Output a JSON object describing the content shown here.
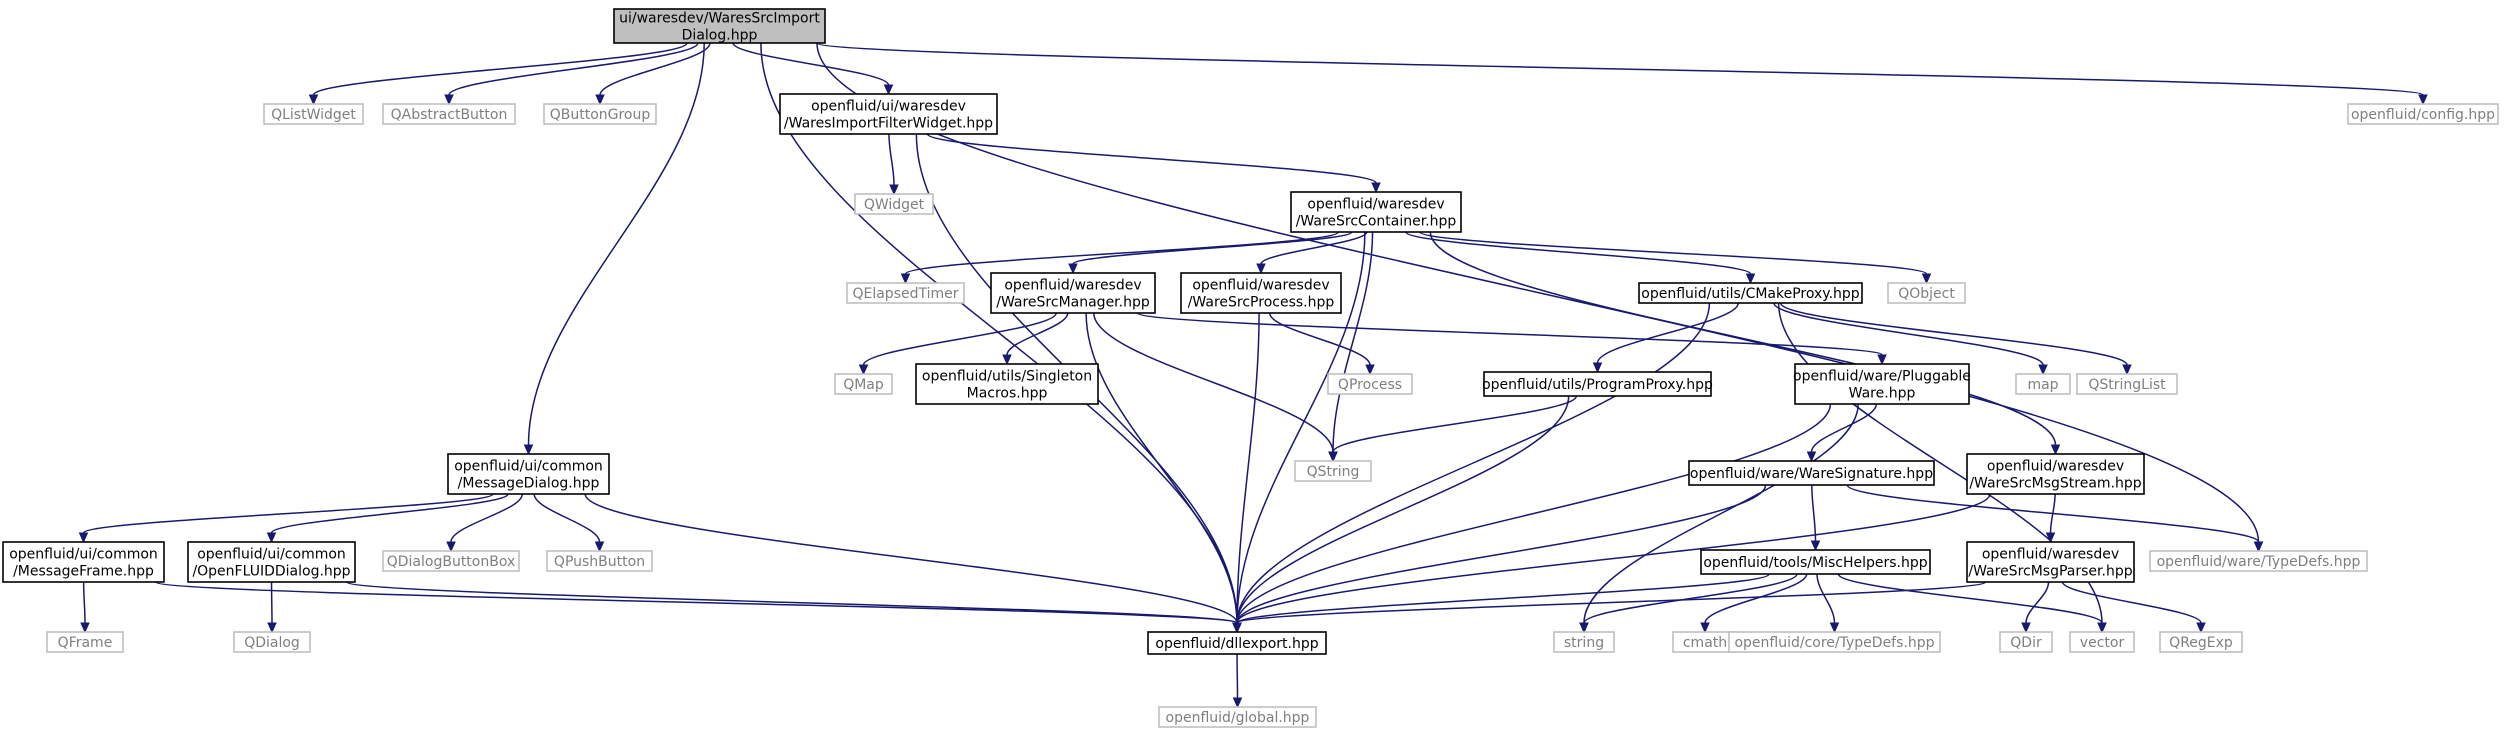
{
  "graph": {
    "nodes": [
      {
        "id": "root",
        "kind": "root",
        "lines": [
          "ui/waresdev/WaresSrcImport",
          "Dialog.hpp"
        ]
      },
      {
        "id": "qlistwidget",
        "kind": "ext",
        "lines": [
          "QListWidget"
        ]
      },
      {
        "id": "qabstractbutton",
        "kind": "ext",
        "lines": [
          "QAbstractButton"
        ]
      },
      {
        "id": "qbuttongroup",
        "kind": "ext",
        "lines": [
          "QButtonGroup"
        ]
      },
      {
        "id": "filterwidget",
        "kind": "local",
        "lines": [
          "openfluid/ui/waresdev",
          "/WaresImportFilterWidget.hpp"
        ]
      },
      {
        "id": "config",
        "kind": "ext",
        "lines": [
          "openfluid/config.hpp"
        ]
      },
      {
        "id": "qwidget",
        "kind": "ext",
        "lines": [
          "QWidget"
        ]
      },
      {
        "id": "container",
        "kind": "local",
        "lines": [
          "openfluid/waresdev",
          "/WareSrcContainer.hpp"
        ]
      },
      {
        "id": "qelapsedtimer",
        "kind": "ext",
        "lines": [
          "QElapsedTimer"
        ]
      },
      {
        "id": "manager",
        "kind": "local",
        "lines": [
          "openfluid/waresdev",
          "/WareSrcManager.hpp"
        ]
      },
      {
        "id": "process",
        "kind": "local",
        "lines": [
          "openfluid/waresdev",
          "/WareSrcProcess.hpp"
        ]
      },
      {
        "id": "cmakeproxy",
        "kind": "local",
        "lines": [
          "openfluid/utils/CMakeProxy.hpp"
        ]
      },
      {
        "id": "qobject",
        "kind": "ext",
        "lines": [
          "QObject"
        ]
      },
      {
        "id": "qmap",
        "kind": "ext",
        "lines": [
          "QMap"
        ]
      },
      {
        "id": "singleton",
        "kind": "local",
        "lines": [
          "openfluid/utils/Singleton",
          "Macros.hpp"
        ]
      },
      {
        "id": "qprocess",
        "kind": "ext",
        "lines": [
          "QProcess"
        ]
      },
      {
        "id": "programproxy",
        "kind": "local",
        "lines": [
          "openfluid/utils/ProgramProxy.hpp"
        ]
      },
      {
        "id": "pluggable",
        "kind": "local",
        "lines": [
          "openfluid/ware/Pluggable",
          "Ware.hpp"
        ]
      },
      {
        "id": "map",
        "kind": "ext",
        "lines": [
          "map"
        ]
      },
      {
        "id": "qstringlist",
        "kind": "ext",
        "lines": [
          "QStringList"
        ]
      },
      {
        "id": "qstring",
        "kind": "ext",
        "lines": [
          "QString"
        ]
      },
      {
        "id": "messagedialog",
        "kind": "local",
        "lines": [
          "openfluid/ui/common",
          "/MessageDialog.hpp"
        ]
      },
      {
        "id": "signature",
        "kind": "local",
        "lines": [
          "openfluid/ware/WareSignature.hpp"
        ]
      },
      {
        "id": "msgstream",
        "kind": "local",
        "lines": [
          "openfluid/waresdev",
          "/WareSrcMsgStream.hpp"
        ]
      },
      {
        "id": "messageframe",
        "kind": "local",
        "lines": [
          "openfluid/ui/common",
          "/MessageFrame.hpp"
        ]
      },
      {
        "id": "ofdialog",
        "kind": "local",
        "lines": [
          "openfluid/ui/common",
          "/OpenFLUIDDialog.hpp"
        ]
      },
      {
        "id": "qdialogbuttonbox",
        "kind": "ext",
        "lines": [
          "QDialogButtonBox"
        ]
      },
      {
        "id": "qpushbutton",
        "kind": "ext",
        "lines": [
          "QPushButton"
        ]
      },
      {
        "id": "mischelpers",
        "kind": "local",
        "lines": [
          "openfluid/tools/MiscHelpers.hpp"
        ]
      },
      {
        "id": "msgparser",
        "kind": "local",
        "lines": [
          "openfluid/waresdev",
          "/WareSrcMsgParser.hpp"
        ]
      },
      {
        "id": "waretypedefs",
        "kind": "ext",
        "lines": [
          "openfluid/ware/TypeDefs.hpp"
        ]
      },
      {
        "id": "qframe",
        "kind": "ext",
        "lines": [
          "QFrame"
        ]
      },
      {
        "id": "qdialog",
        "kind": "ext",
        "lines": [
          "QDialog"
        ]
      },
      {
        "id": "dllexport",
        "kind": "local",
        "lines": [
          "openfluid/dllexport.hpp"
        ]
      },
      {
        "id": "string",
        "kind": "ext",
        "lines": [
          "string"
        ]
      },
      {
        "id": "cmath",
        "kind": "ext",
        "lines": [
          "cmath"
        ]
      },
      {
        "id": "coretypedefs",
        "kind": "ext",
        "lines": [
          "openfluid/core/TypeDefs.hpp"
        ]
      },
      {
        "id": "qdir",
        "kind": "ext",
        "lines": [
          "QDir"
        ]
      },
      {
        "id": "vector",
        "kind": "ext",
        "lines": [
          "vector"
        ]
      },
      {
        "id": "qregexp",
        "kind": "ext",
        "lines": [
          "QRegExp"
        ]
      },
      {
        "id": "global",
        "kind": "ext",
        "lines": [
          "openfluid/global.hpp"
        ]
      }
    ],
    "edges": [
      [
        "root",
        "qlistwidget"
      ],
      [
        "root",
        "qabstractbutton"
      ],
      [
        "root",
        "qbuttongroup"
      ],
      [
        "root",
        "filterwidget"
      ],
      [
        "root",
        "config"
      ],
      [
        "root",
        "waretypedefs"
      ],
      [
        "root",
        "messagedialog"
      ],
      [
        "root",
        "dllexport"
      ],
      [
        "filterwidget",
        "qwidget"
      ],
      [
        "filterwidget",
        "container"
      ],
      [
        "filterwidget",
        "dllexport"
      ],
      [
        "container",
        "qelapsedtimer"
      ],
      [
        "container",
        "manager"
      ],
      [
        "container",
        "process"
      ],
      [
        "container",
        "cmakeproxy"
      ],
      [
        "container",
        "qobject"
      ],
      [
        "container",
        "msgstream"
      ],
      [
        "container",
        "qstring"
      ],
      [
        "container",
        "dllexport"
      ],
      [
        "manager",
        "qmap"
      ],
      [
        "manager",
        "singleton"
      ],
      [
        "manager",
        "pluggable"
      ],
      [
        "manager",
        "qstring"
      ],
      [
        "manager",
        "dllexport"
      ],
      [
        "process",
        "qprocess"
      ],
      [
        "process",
        "dllexport"
      ],
      [
        "cmakeproxy",
        "programproxy"
      ],
      [
        "cmakeproxy",
        "map"
      ],
      [
        "cmakeproxy",
        "qstringlist"
      ],
      [
        "cmakeproxy",
        "vector"
      ],
      [
        "cmakeproxy",
        "dllexport"
      ],
      [
        "programproxy",
        "qstring"
      ],
      [
        "programproxy",
        "dllexport"
      ],
      [
        "pluggable",
        "signature"
      ],
      [
        "pluggable",
        "string"
      ],
      [
        "pluggable",
        "dllexport"
      ],
      [
        "messagedialog",
        "messageframe"
      ],
      [
        "messagedialog",
        "ofdialog"
      ],
      [
        "messagedialog",
        "qdialogbuttonbox"
      ],
      [
        "messagedialog",
        "qpushbutton"
      ],
      [
        "messagedialog",
        "dllexport"
      ],
      [
        "signature",
        "mischelpers"
      ],
      [
        "signature",
        "waretypedefs"
      ],
      [
        "signature",
        "dllexport"
      ],
      [
        "msgstream",
        "msgparser"
      ],
      [
        "msgstream",
        "dllexport"
      ],
      [
        "messageframe",
        "qframe"
      ],
      [
        "messageframe",
        "dllexport"
      ],
      [
        "ofdialog",
        "qdialog"
      ],
      [
        "ofdialog",
        "dllexport"
      ],
      [
        "mischelpers",
        "string"
      ],
      [
        "mischelpers",
        "cmath"
      ],
      [
        "mischelpers",
        "coretypedefs"
      ],
      [
        "mischelpers",
        "vector"
      ],
      [
        "mischelpers",
        "dllexport"
      ],
      [
        "msgparser",
        "qdir"
      ],
      [
        "msgparser",
        "qregexp"
      ],
      [
        "msgparser",
        "dllexport"
      ],
      [
        "dllexport",
        "global"
      ]
    ]
  }
}
